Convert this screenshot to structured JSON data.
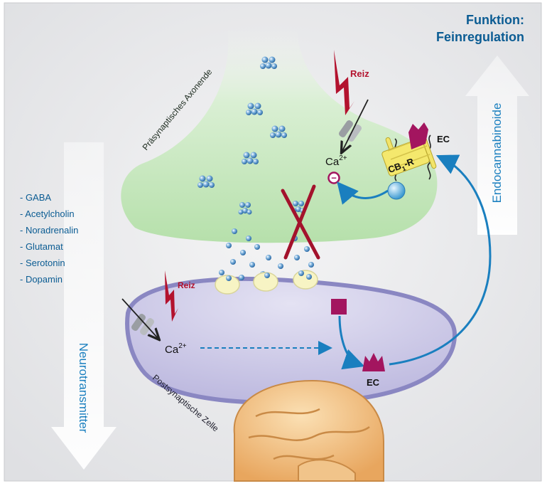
{
  "header": {
    "line1": "Funktion:",
    "line2": "Feinregulation"
  },
  "arrows": {
    "up_label": "Endocannabinoide",
    "down_label": "Neurotransmitter"
  },
  "presynaptic": {
    "label": "Präsynaptisches Axonende",
    "stimulus": "Reiz",
    "calcium": "Ca",
    "calcium_charge": "2+",
    "inhibit_sign": "−",
    "receptor": "CB",
    "receptor_sub": "1",
    "receptor_suffix": "-R",
    "ec": "EC"
  },
  "postsynaptic": {
    "label": "Postsynaptische Zelle",
    "stimulus": "Reiz",
    "calcium": "Ca",
    "calcium_charge": "2+",
    "ec": "EC"
  },
  "neurotransmitters": [
    "- GABA",
    "- Acetylcholin",
    "- Noradrenalin",
    "- Glutamat",
    "- Serotonin",
    "- Dopamin"
  ],
  "colors": {
    "accent_blue": "#1a7fbf",
    "title_blue": "#0b5c93",
    "stimulus_red": "#b3122e",
    "ec_magenta": "#a3155f",
    "presynaptic_green": "#c2e7ba",
    "postsynaptic_lilac": "#c9c6e6",
    "vesicle_yellow": "#f7f4c4"
  }
}
